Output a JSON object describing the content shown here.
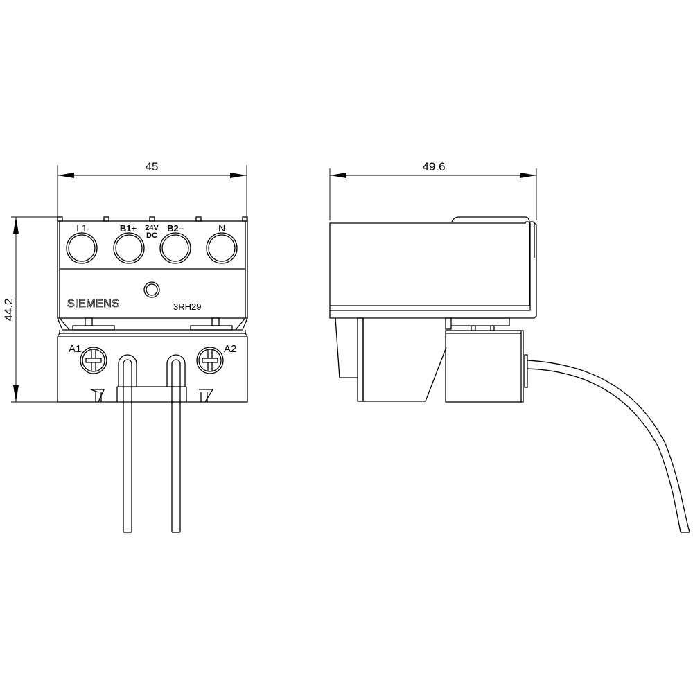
{
  "drawing": {
    "front_view": {
      "dimensions": {
        "width": "45",
        "height": "44.2"
      },
      "terminals_top": [
        "L1",
        "B1+",
        "B2–",
        "N"
      ],
      "supply_label": {
        "line1": "24V",
        "line2": "DC"
      },
      "brand": "SIEMENS",
      "model": "3RH29",
      "coil_terminals": [
        "A1",
        "A2"
      ]
    },
    "side_view": {
      "dimensions": {
        "width": "49.6"
      }
    },
    "colors": {
      "line": "#000000",
      "background": "#ffffff"
    }
  }
}
